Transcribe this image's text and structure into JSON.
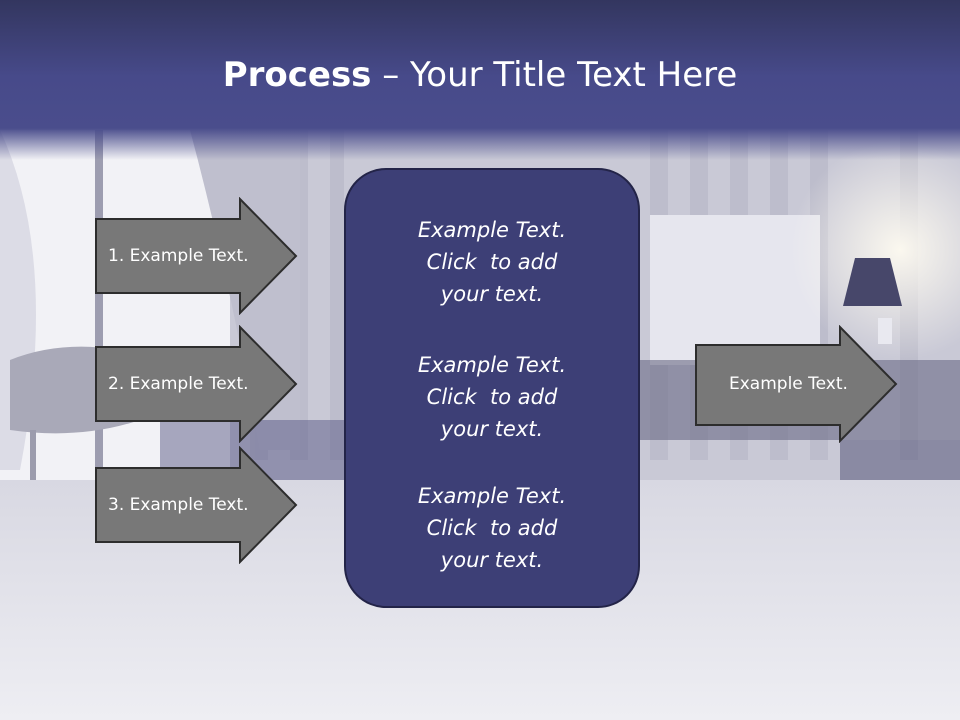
{
  "title": {
    "bold": "Process",
    "rest": " – Your Title Text Here"
  },
  "left_arrows": [
    {
      "label": "1. Example Text."
    },
    {
      "label": "2. Example Text."
    },
    {
      "label": "3. Example Text."
    }
  ],
  "center": {
    "items": [
      {
        "lines": [
          "Example Text.",
          "Click  to add",
          "your text."
        ]
      },
      {
        "lines": [
          "Example Text.",
          "Click  to add",
          "your text."
        ]
      },
      {
        "lines": [
          "Example Text.",
          "Click  to add",
          "your text."
        ]
      }
    ]
  },
  "right_arrow": {
    "label": "Example Text."
  },
  "colors": {
    "title_band": "#3c3f7c",
    "center_fill": "#3d3f76",
    "arrow_fill": "#777777",
    "arrow_stroke": "#2a2a2a"
  }
}
